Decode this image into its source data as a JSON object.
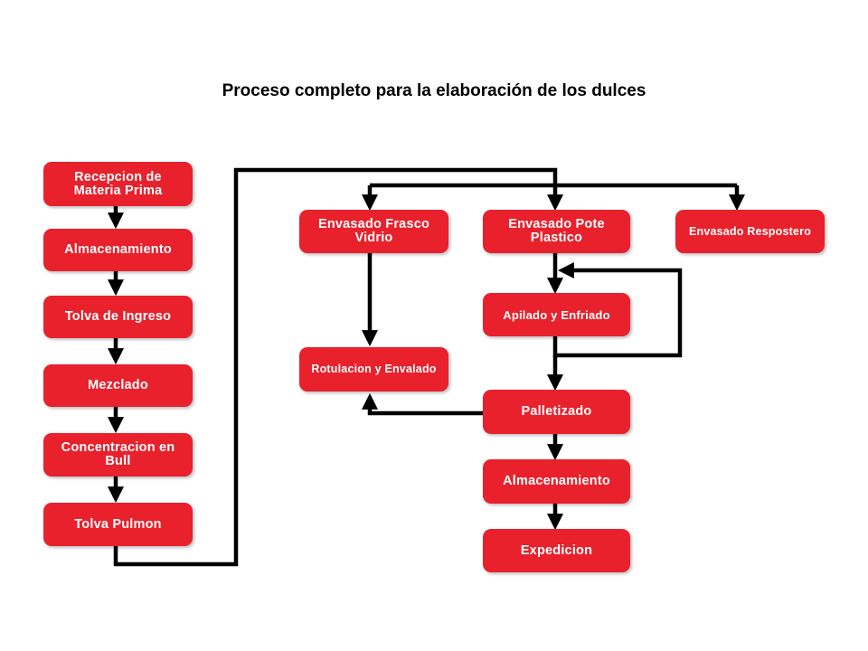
{
  "title": "Proceso completo para la elaboración de los dulces",
  "colors": {
    "box_fill": "#e8212c",
    "box_text": "#ffffff",
    "connector": "#000000"
  },
  "steps": {
    "recepcion": "Recepcion de\nMateria Prima",
    "almacenamiento_1": "Almacenamiento",
    "tolva_ingreso": "Tolva de Ingreso",
    "mezclado": "Mezclado",
    "concentracion": "Concentracion en\nBull",
    "tolva_pulmon": "Tolva Pulmon",
    "envasado_frasco": "Envasado Frasco\nVidrio",
    "envasado_pote": "Envasado Pote\nPlastico",
    "envasado_respostero": "Envasado Respostero",
    "rotulacion": "Rotulacion y Envalado",
    "apilado": "Apilado y Enfriado",
    "palletizado": "Palletizado",
    "almacenamiento_2": "Almacenamiento",
    "expedicion": "Expedicion"
  },
  "flows": [
    [
      "recepcion",
      "almacenamiento_1"
    ],
    [
      "almacenamiento_1",
      "tolva_ingreso"
    ],
    [
      "tolva_ingreso",
      "mezclado"
    ],
    [
      "mezclado",
      "concentracion"
    ],
    [
      "concentracion",
      "tolva_pulmon"
    ],
    [
      "tolva_pulmon",
      "envasado_frasco"
    ],
    [
      "tolva_pulmon",
      "envasado_pote"
    ],
    [
      "tolva_pulmon",
      "envasado_respostero"
    ],
    [
      "envasado_frasco",
      "rotulacion"
    ],
    [
      "envasado_pote",
      "apilado"
    ],
    [
      "apilado",
      "apilado"
    ],
    [
      "apilado",
      "palletizado"
    ],
    [
      "palletizado",
      "rotulacion"
    ],
    [
      "palletizado",
      "almacenamiento_2"
    ],
    [
      "almacenamiento_2",
      "expedicion"
    ]
  ]
}
